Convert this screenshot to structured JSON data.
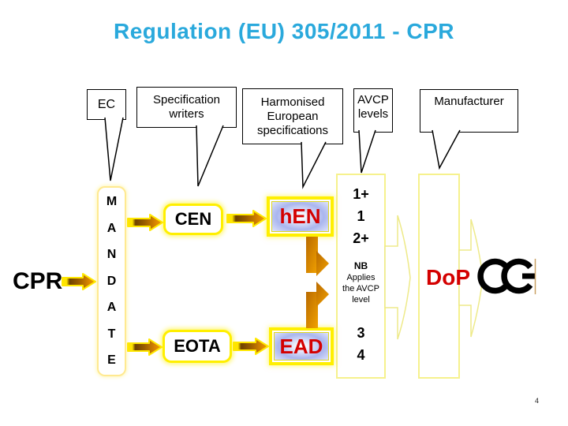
{
  "slide": {
    "title": "Regulation (EU) 305/2011 - CPR",
    "page_number": "4"
  },
  "callouts": {
    "ec": {
      "label": "EC"
    },
    "spec_writers": {
      "line1": "Specification",
      "line2": "writers"
    },
    "harmonised": {
      "line1": "Harmonised",
      "line2": "European",
      "line3": "specifications"
    },
    "avcp": {
      "line1": "AVCP",
      "line2": "levels"
    },
    "manufacturer": {
      "label": "Manufacturer"
    }
  },
  "flow": {
    "cpr": "CPR",
    "mandate_letters": [
      "M",
      "A",
      "N",
      "D",
      "A",
      "T",
      "E"
    ],
    "cen": "CEN",
    "hen": "hEN",
    "eota": "EOTA",
    "ead": "EAD",
    "dop": "DoP"
  },
  "avcp_column": {
    "levels_top": [
      "1+",
      "1",
      "2+"
    ],
    "nb_note": {
      "line1": "NB",
      "line2": "Applies",
      "line3": "the AVCP",
      "line4": "level"
    },
    "levels_bottom": [
      "3",
      "4"
    ]
  },
  "icons": {
    "ce_mark": "CE marking",
    "arrows": [
      "cpr-to-mandate",
      "mandate-to-cen",
      "cen-to-hen",
      "mandate-to-eota",
      "eota-to-ead",
      "hen-to-nb",
      "ead-to-nb",
      "avcp-to-dop",
      "dop-to-ce"
    ]
  },
  "colors": {
    "title_text": "#2AA9DC",
    "red_text": "#D40000",
    "yellow_border": "#FFEF00",
    "pale_yellow": "#F6F18D",
    "arrow_dark": "#7A4A00",
    "arrow_light": "#F09800"
  }
}
